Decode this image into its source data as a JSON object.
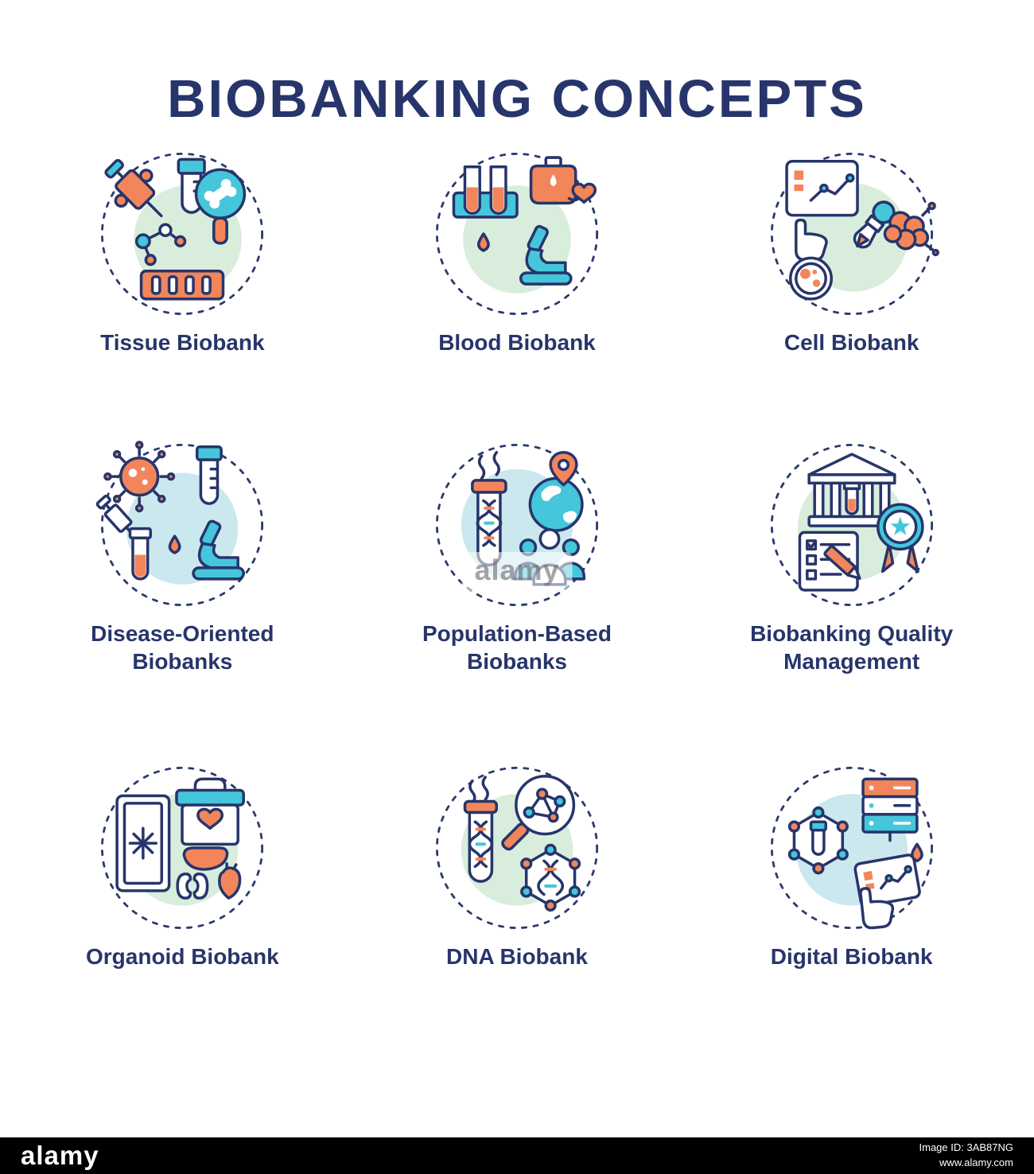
{
  "title": "BIOBANKING CONCEPTS",
  "colors": {
    "navy": "#27356B",
    "orange": "#F2865A",
    "teal": "#45C6DB",
    "green_tint": "#D8EDDC",
    "blue_tint": "#CBE8EF",
    "watermark_bar_bg": "#000000"
  },
  "concepts": [
    {
      "id": "tissue-biobank",
      "label": "Tissue Biobank",
      "icons": [
        "syringe-icon",
        "test-tube-icon",
        "bone-magnifier-icon",
        "molecule-icon",
        "tissue-sample-tray-icon"
      ]
    },
    {
      "id": "blood-biobank",
      "label": "Blood Biobank",
      "icons": [
        "test-tube-rack-icon",
        "blood-bag-icon",
        "heart-icon",
        "blood-drop-icon",
        "microscope-icon"
      ]
    },
    {
      "id": "cell-biobank",
      "label": "Cell Biobank",
      "icons": [
        "data-chart-icon",
        "pointing-hand-icon",
        "petri-dish-icon",
        "dropper-icon",
        "cell-cluster-icon"
      ]
    },
    {
      "id": "disease-oriented-biobanks",
      "label": "Disease-Oriented Biobanks",
      "icons": [
        "virus-icon",
        "graduated-tube-icon",
        "syringe-icon",
        "sample-vial-icon",
        "blood-drop-icon",
        "microscope-icon"
      ]
    },
    {
      "id": "population-based-biobanks",
      "label": "Population-Based Biobanks",
      "icons": [
        "steam-icon",
        "dna-tube-icon",
        "globe-icon",
        "location-pin-icon",
        "people-group-icon"
      ]
    },
    {
      "id": "biobanking-quality-management",
      "label": "Biobanking Quality Management",
      "icons": [
        "bank-building-icon",
        "test-tube-icon",
        "award-badge-icon",
        "checklist-document-icon",
        "pencil-icon"
      ]
    },
    {
      "id": "organoid-biobank",
      "label": "Organoid Biobank",
      "icons": [
        "freezer-icon",
        "snowflake-icon",
        "medical-cooler-icon",
        "heart-icon",
        "liver-icon",
        "kidneys-icon",
        "heart-organ-icon"
      ]
    },
    {
      "id": "dna-biobank",
      "label": "DNA Biobank",
      "icons": [
        "steam-icon",
        "dna-tube-icon",
        "molecule-magnifier-icon",
        "dna-hexagon-icon"
      ]
    },
    {
      "id": "digital-biobank",
      "label": "Digital Biobank",
      "icons": [
        "molecule-network-icon",
        "test-tube-icon",
        "server-icon",
        "tablet-icon",
        "blood-drop-icon",
        "pointing-hand-icon"
      ]
    }
  ],
  "watermark": {
    "brand": "alamy",
    "image_id": "Image ID: 3AB87NG",
    "url": "www.alamy.com"
  }
}
